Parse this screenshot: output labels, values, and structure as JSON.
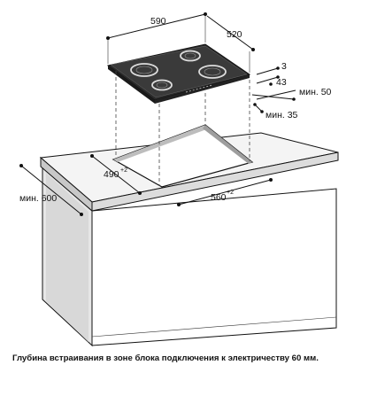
{
  "dimensions": {
    "hob_width": "590",
    "hob_depth": "520",
    "hob_thickness_small": "3",
    "hob_height": "43",
    "min_back": "мин. 50",
    "min_side": "мин. 35",
    "cutout_depth": "490",
    "cutout_depth_tol": "+2",
    "cutout_width": "560",
    "cutout_width_tol": "+2",
    "worktop_min_depth": "мин. 600"
  },
  "caption": "Глубина встраивания в зоне блока подключения к электричеству 60 мм."
}
